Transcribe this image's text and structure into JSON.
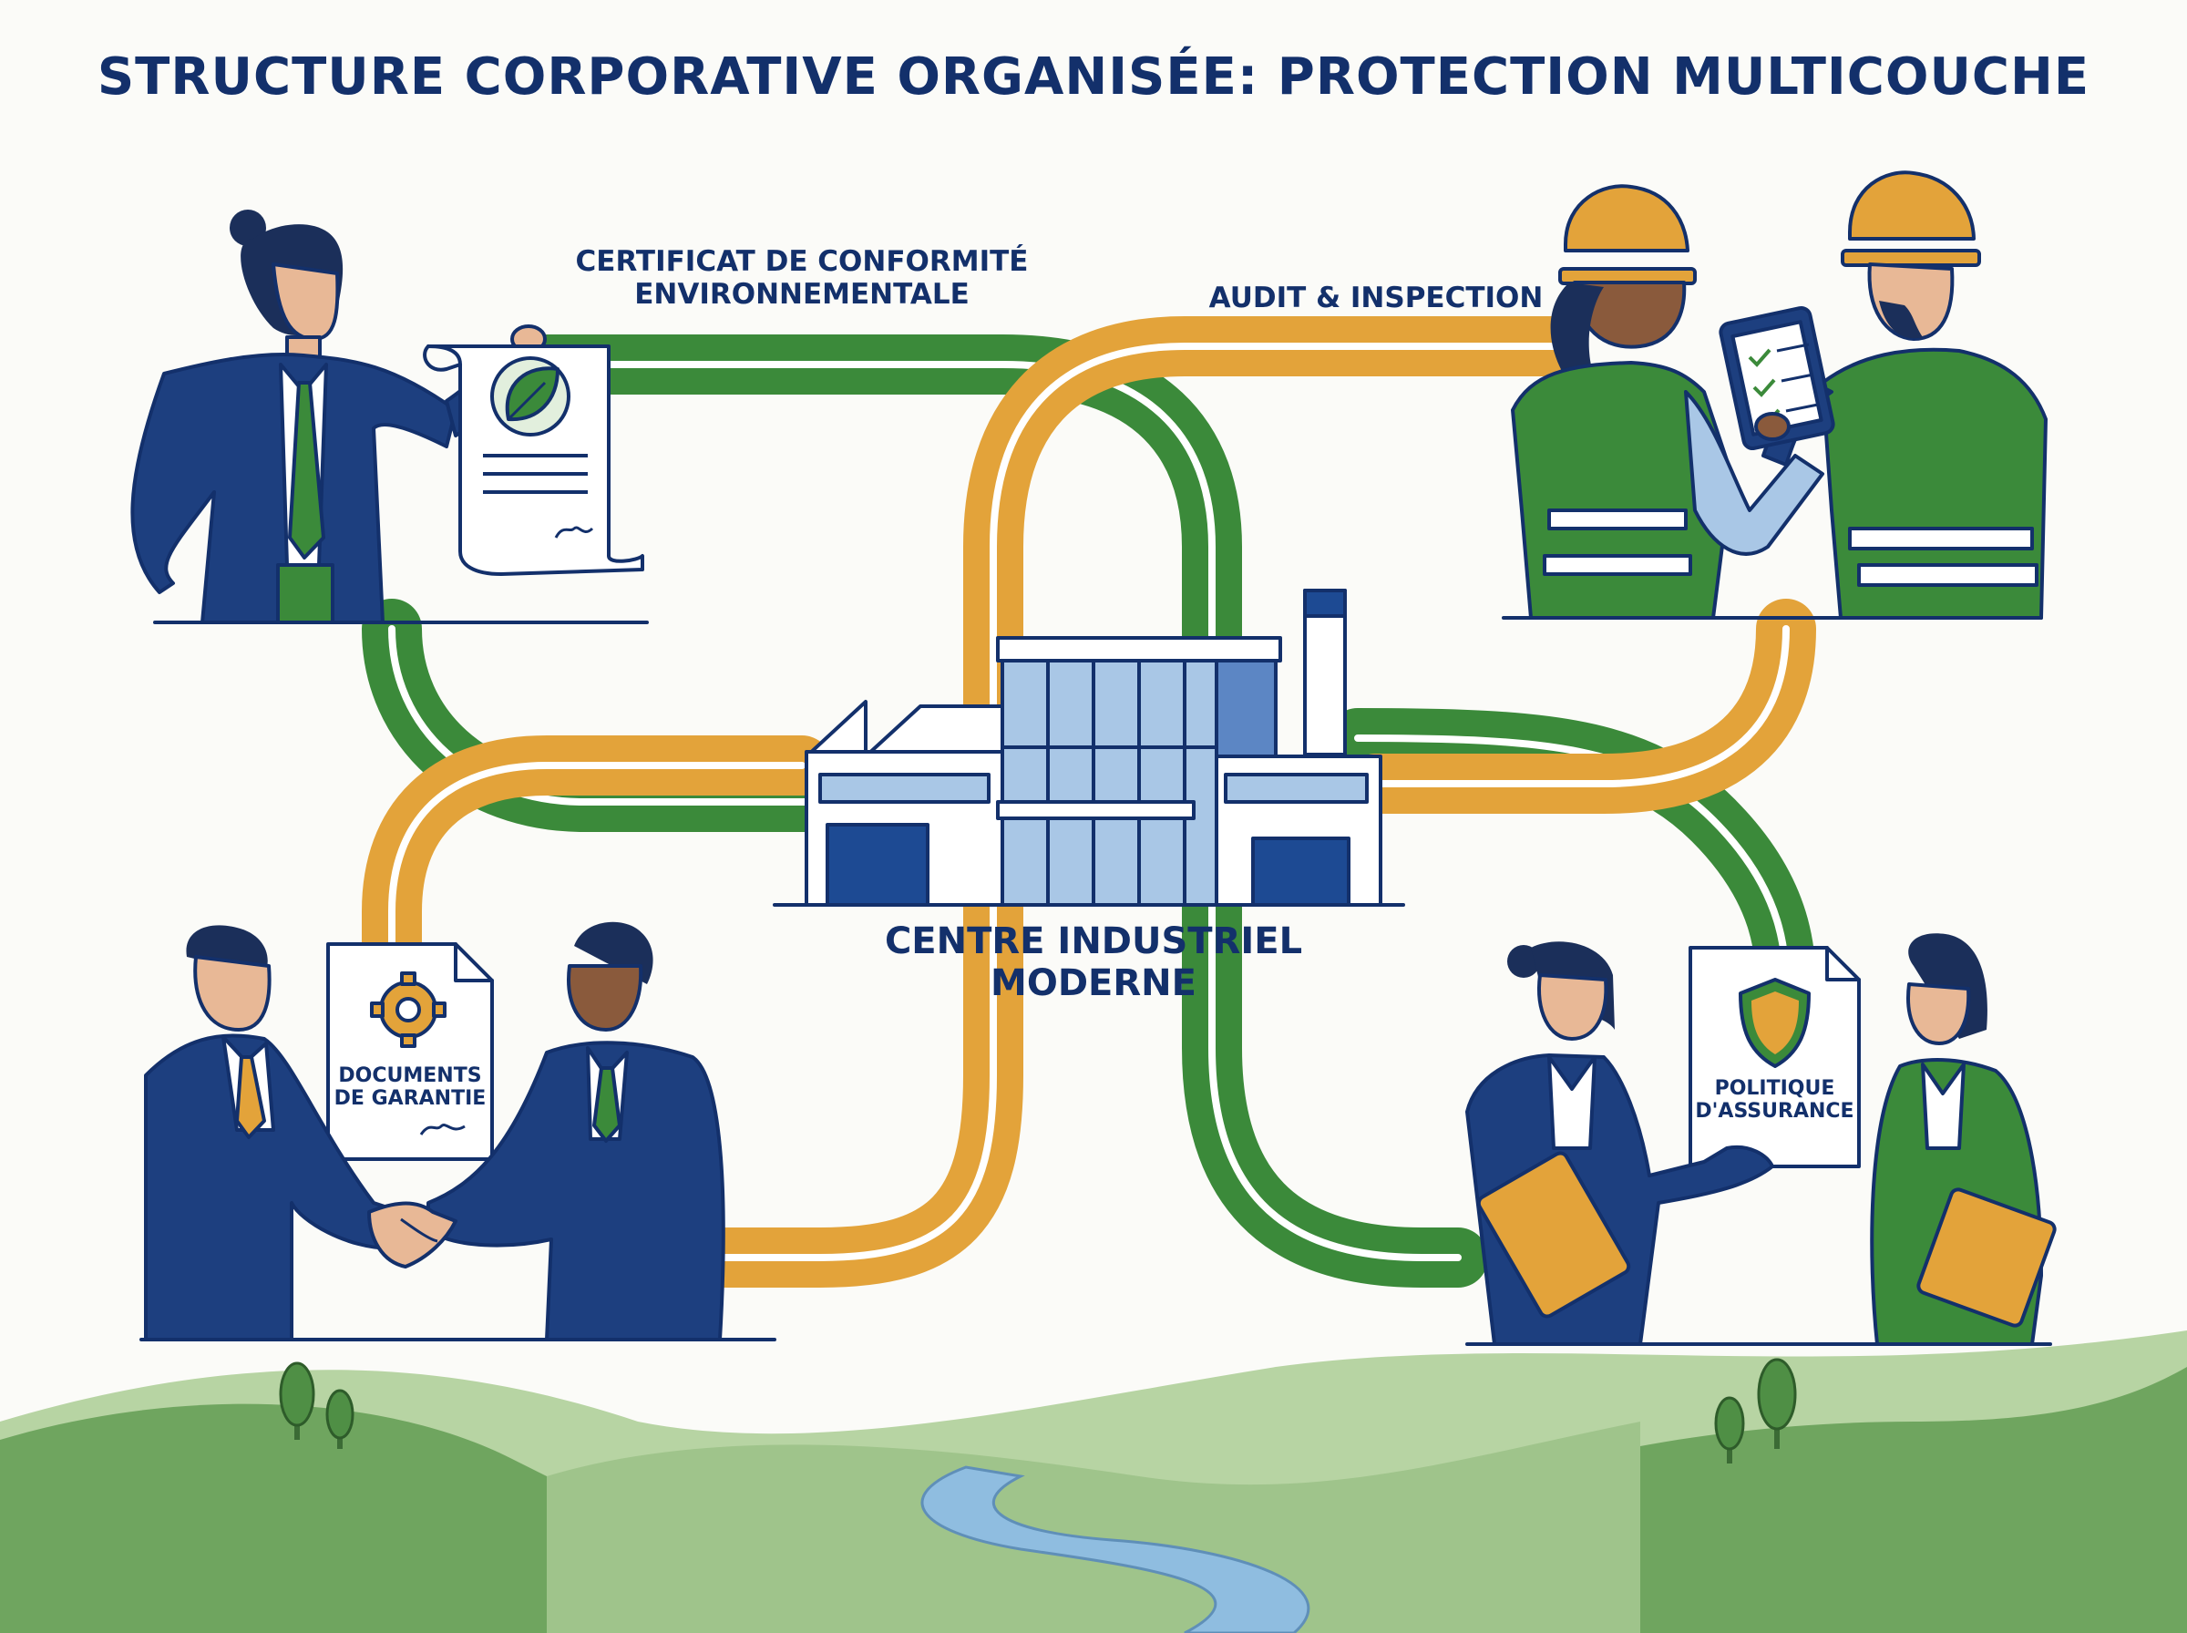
{
  "title": "STRUCTURE CORPORATIVE ORGANISÉE: PROTECTION MULTICOUCHE",
  "labels": {
    "certificate_line1": "CERTIFICAT DE CONFORMITÉ",
    "certificate_line2": "ENVIRONNEMENTALE",
    "audit": "AUDIT & INSPECTION",
    "center_line1": "CENTRE INDUSTRIEL",
    "center_line2": "MODERNE",
    "guarantee_line1": "DOCUMENTS",
    "guarantee_line2": "DE GARANTIE",
    "insurance_line1": "POLITIQUE",
    "insurance_line2": "D'ASSURANCE"
  },
  "colors": {
    "navy": "#13306b",
    "green": "#3b8a3a",
    "orange": "#e3a33a",
    "skin": "#e8b896",
    "skin_dark": "#8a5a3c",
    "glass": "#a9c7e6",
    "hill_light": "#9fc48b",
    "hill_dark": "#5f9a52",
    "river": "#8fbde0"
  },
  "icons": [
    "leaf-icon",
    "gear-icon",
    "shield-icon",
    "checklist-icon",
    "handshake-icon",
    "factory-icon"
  ]
}
